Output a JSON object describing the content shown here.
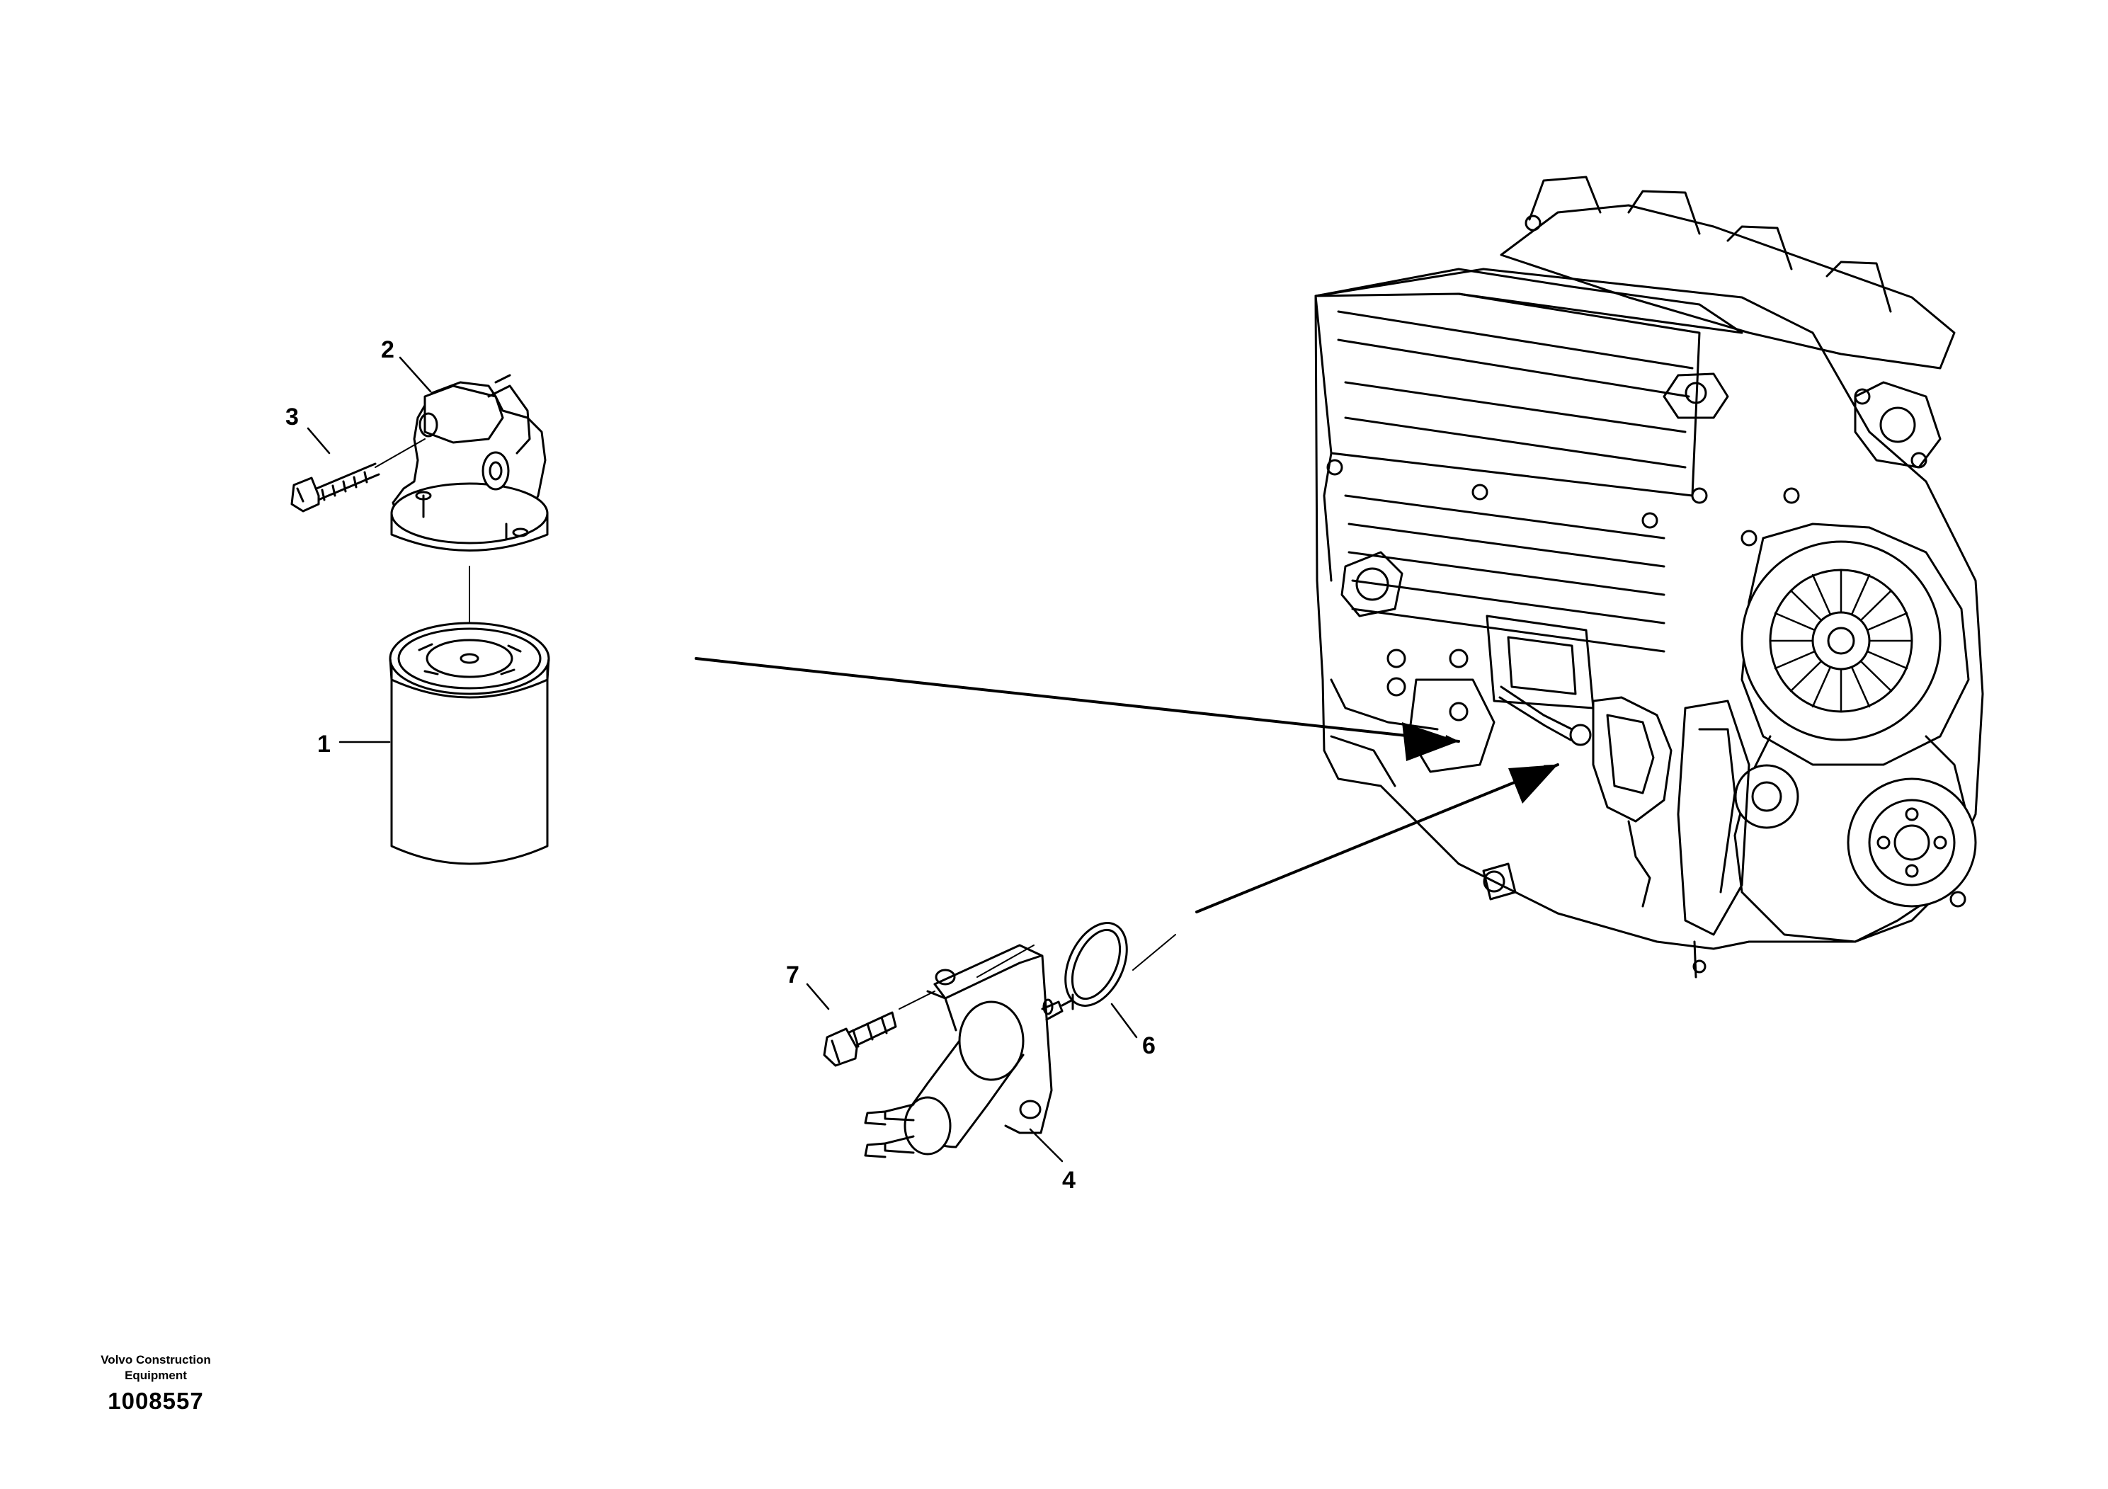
{
  "callouts": [
    "1",
    "2",
    "3",
    "4",
    "6",
    "7"
  ],
  "footer": {
    "company_line1": "Volvo Construction",
    "company_line2": "Equipment",
    "drawing_number": "1008557"
  }
}
